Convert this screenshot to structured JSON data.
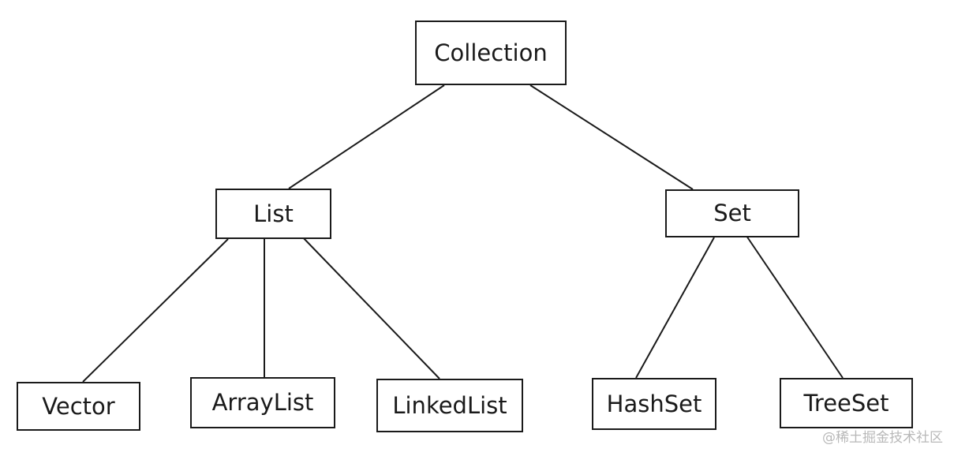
{
  "nodes": {
    "collection": "Collection",
    "list": "List",
    "set": "Set",
    "vector": "Vector",
    "arraylist": "ArrayList",
    "linkedlist": "LinkedList",
    "hashset": "HashSet",
    "treeset": "TreeSet"
  },
  "edges": [
    {
      "from": "collection",
      "to": "list"
    },
    {
      "from": "collection",
      "to": "set"
    },
    {
      "from": "list",
      "to": "vector"
    },
    {
      "from": "list",
      "to": "arraylist"
    },
    {
      "from": "list",
      "to": "linkedlist"
    },
    {
      "from": "set",
      "to": "hashset"
    },
    {
      "from": "set",
      "to": "treeset"
    }
  ],
  "watermark": "@稀土掘金技术社区",
  "colors": {
    "stroke": "#1a1a1a",
    "background": "#ffffff",
    "watermark": "#b8b8b8"
  }
}
